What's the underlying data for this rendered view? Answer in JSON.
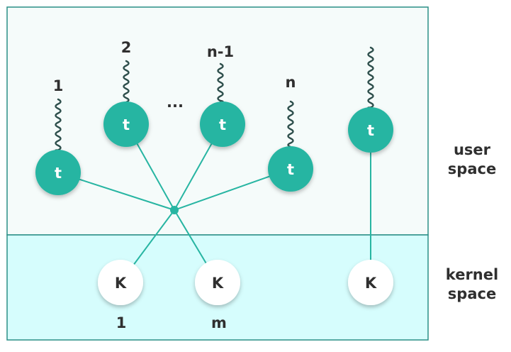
{
  "regions": {
    "user": {
      "line1": "user",
      "line2": "space"
    },
    "kernel": {
      "line1": "kernel",
      "line2": "space"
    }
  },
  "threads": [
    {
      "id": "thread-1",
      "glyph": "t",
      "label": "1"
    },
    {
      "id": "thread-2",
      "glyph": "t",
      "label": "2"
    },
    {
      "id": "thread-n-1",
      "glyph": "t",
      "label": "n-1"
    },
    {
      "id": "thread-n",
      "glyph": "t",
      "label": "n"
    },
    {
      "id": "thread-single",
      "glyph": "t",
      "label": ""
    }
  ],
  "ellipsis": "...",
  "kernel_threads": [
    {
      "id": "kthread-1",
      "glyph": "K",
      "label": "1"
    },
    {
      "id": "kthread-m",
      "glyph": "K",
      "label": "m"
    },
    {
      "id": "kthread-single",
      "glyph": "K",
      "label": ""
    }
  ],
  "colors": {
    "thread": "#27b5a2",
    "link": "#27b5a2",
    "wave": "#2e4f4c",
    "user_bg": "#f5fbfa",
    "kernel_bg": "#d6fdfd",
    "border": "#2a8f86",
    "kernel_fill": "#ffffff",
    "text_dark": "#2f2f2f"
  }
}
